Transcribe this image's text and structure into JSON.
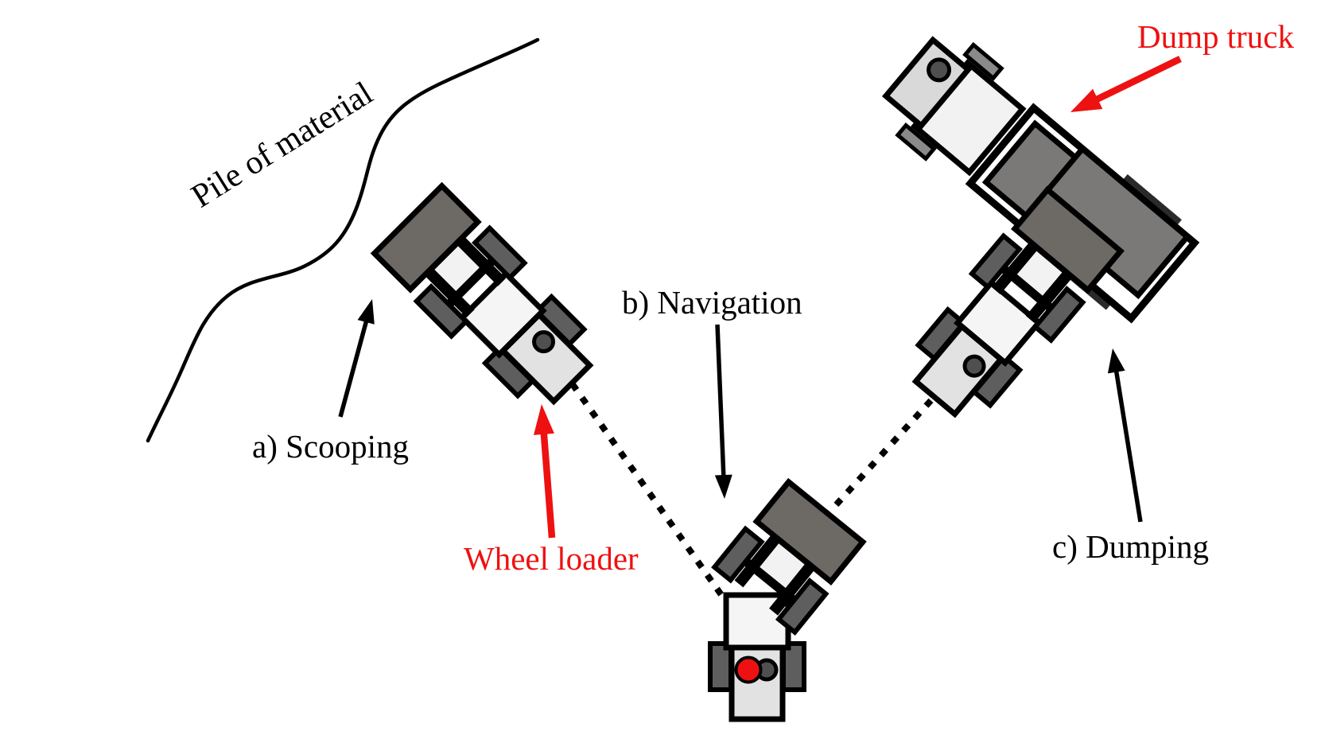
{
  "diagram": {
    "pile_label": "Pile of material",
    "stages": [
      {
        "id": "a",
        "label": "a) Scooping"
      },
      {
        "id": "b",
        "label": "b) Navigation"
      },
      {
        "id": "c",
        "label": "c) Dumping"
      }
    ],
    "vehicle_labels": {
      "wheel_loader": "Wheel loader",
      "dump_truck": "Dump truck"
    }
  },
  "colors": {
    "annotation_black": "#000000",
    "annotation_red": "#ee1111",
    "bucket_gray": "#6d6a66",
    "wheel_gray": "#5e5e5e",
    "truck_bed_gray": "#7b7977",
    "loader_rear_body_gray": "#e2e2e2",
    "loader_front_body_gray": "#f5f5f5",
    "truck_cab_gray": "#d9d9d9",
    "truck_windshield_gray": "#f2f2f2",
    "marker_red": "#ee1111",
    "marker_dark_gray": "#4f4f4f",
    "background": "#ffffff"
  }
}
